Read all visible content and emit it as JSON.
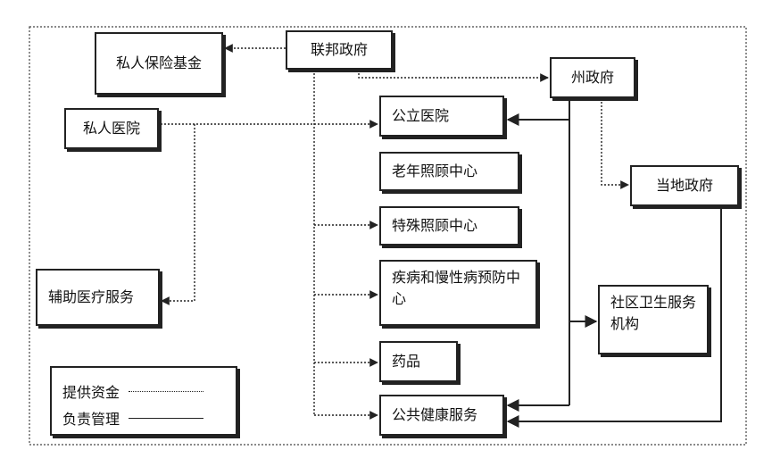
{
  "nodes": {
    "private_insurance": "私人保险基金",
    "federal_gov": "联邦政府",
    "state_gov": "州政府",
    "private_hospital": "私人医院",
    "public_hospital": "公立医院",
    "elderly_care": "老年照顾中心",
    "special_care": "特殊照顾中心",
    "disease_prevention": "疾病和慢性病预防中心",
    "local_gov": "当地政府",
    "aux_medical": "辅助医疗服务",
    "community_health": "社区卫生服务机构",
    "pharma": "药品",
    "public_health": "公共健康服务"
  },
  "legend": {
    "funding": "提供资金",
    "management": "负责管理"
  },
  "colors": {
    "line": "#222222",
    "background": "#ffffff"
  }
}
